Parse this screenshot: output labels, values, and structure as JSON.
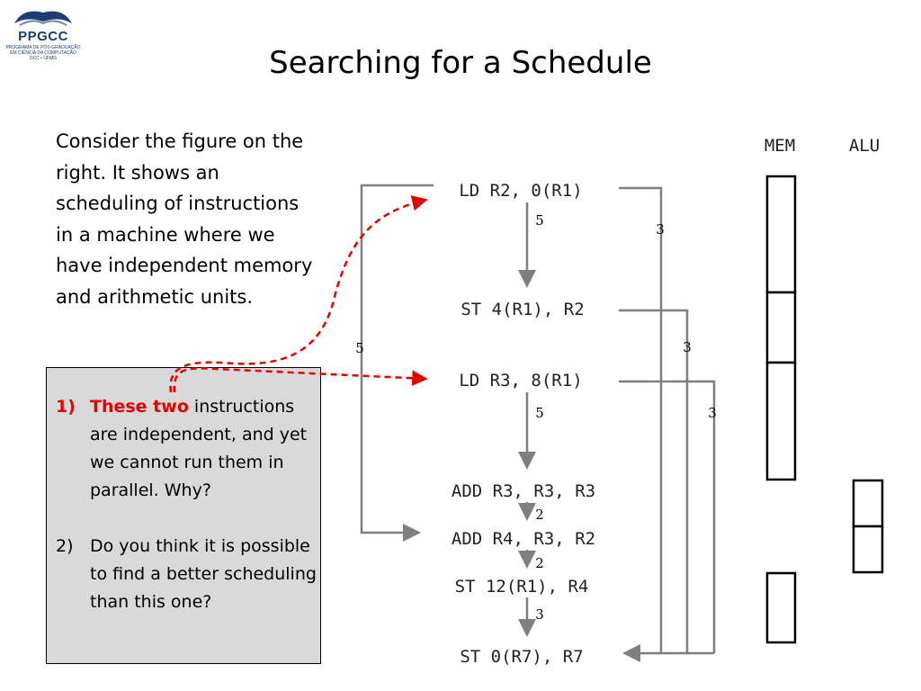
{
  "logo": {
    "text": "PPGCC",
    "sub1": "PROGRAMA DE PÓS-GRADUAÇÃO",
    "sub2": "EM CIÊNCIA DA COMPUTAÇÃO",
    "sub3": "DCC • UFMG"
  },
  "title": "Searching for a Schedule",
  "intro": "Consider the figure on the right. It shows an scheduling of instructions in a machine where we have independent memory and arithmetic units.",
  "questions": [
    {
      "num": "1)",
      "highlight": "These two",
      "rest": " instructions are independent, and yet we cannot run them in parallel. Why?"
    },
    {
      "num": "2)",
      "text": "Do you think it is possible to find a better scheduling than this one?"
    }
  ],
  "diagram": {
    "instructions": [
      "LD R2, 0(R1)",
      "ST 4(R1), R2",
      "LD R3, 8(R1)",
      "ADD R3, R3, R3",
      "ADD R4, R3, R2",
      "ST 12(R1), R4",
      "ST 0(R7), R7"
    ],
    "latencies": [
      "5",
      "3",
      "5",
      "3",
      "5",
      "3",
      "2",
      "2",
      "3"
    ],
    "units": [
      "MEM",
      "ALU"
    ],
    "colors": {
      "arrow": "#7f7f7f",
      "dashed": "#e60000",
      "box_fill": "#d9d9d9"
    }
  }
}
